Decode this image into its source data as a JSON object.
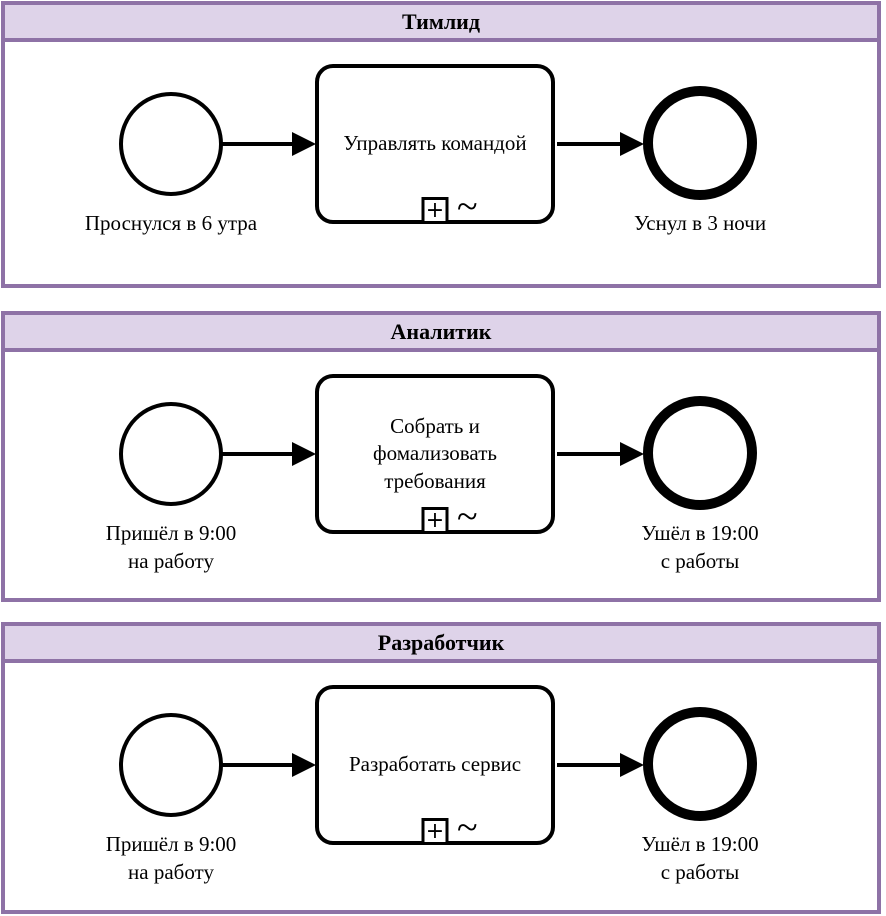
{
  "diagram": {
    "type": "bpmn-swimlanes",
    "colors": {
      "lane_border": "#8e72a6",
      "lane_header_fill": "#ded3e9",
      "shape_stroke": "#000000",
      "canvas_bg": "#ffffff"
    },
    "markers": {
      "subprocess_plus": "+",
      "adhoc_tilde": "~"
    },
    "lanes": [
      {
        "title": "Тимлид",
        "start_label": "Проснулся в 6 утра",
        "task_label": "Управлять командой",
        "end_label": "Уснул в 3 ночи"
      },
      {
        "title": "Аналитик",
        "start_label": "Пришёл в 9:00\nна работу",
        "task_label": "Собрать и\nфомализовать\nтребования",
        "end_label": "Ушёл в 19:00\nс работы"
      },
      {
        "title": "Разработчик",
        "start_label": "Пришёл в 9:00\nна работу",
        "task_label": "Разработать сервис",
        "end_label": "Ушёл в 19:00\nс работы"
      }
    ]
  }
}
